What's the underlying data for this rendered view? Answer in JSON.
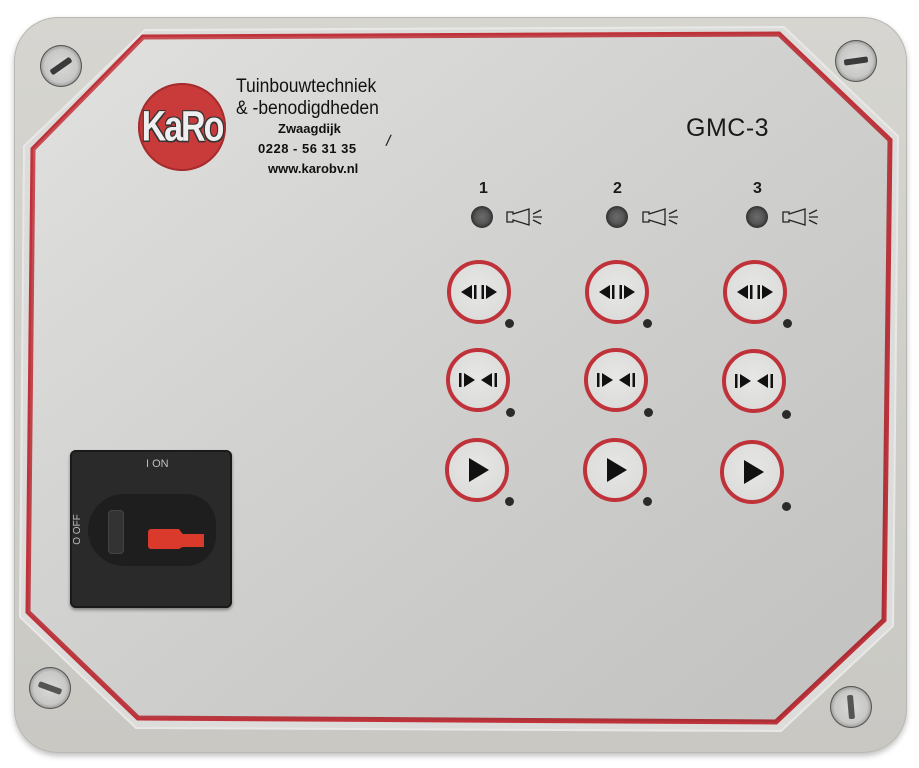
{
  "device": {
    "model": "GMC-3",
    "housing_color": "#d3d2cd",
    "panel_color": "#d9d9d7",
    "accent_color": "#c0323a"
  },
  "brand": {
    "logo_text": "KaRo",
    "logo_color": "#c93b3b",
    "company_line1": "Tuinbouwtechniek",
    "company_line2": "& -benodigdheden",
    "city": "Zwaagdijk",
    "phone": "0228 - 56 31 35",
    "website": "www.karobv.nl",
    "mark": "/"
  },
  "channels": [
    {
      "number": "1",
      "led": "alarm-led-off",
      "alarm_icon": "horn-icon",
      "buttons": [
        {
          "icon": "open-arrows-icon",
          "function": "open"
        },
        {
          "icon": "close-arrows-icon",
          "function": "close"
        },
        {
          "icon": "play-icon",
          "function": "auto"
        }
      ]
    },
    {
      "number": "2",
      "led": "alarm-led-off",
      "alarm_icon": "horn-icon",
      "buttons": [
        {
          "icon": "open-arrows-icon",
          "function": "open"
        },
        {
          "icon": "close-arrows-icon",
          "function": "close"
        },
        {
          "icon": "play-icon",
          "function": "auto"
        }
      ]
    },
    {
      "number": "3",
      "led": "alarm-led-off",
      "alarm_icon": "horn-icon",
      "buttons": [
        {
          "icon": "open-arrows-icon",
          "function": "open"
        },
        {
          "icon": "close-arrows-icon",
          "function": "close"
        },
        {
          "icon": "play-icon",
          "function": "auto"
        }
      ]
    }
  ],
  "main_switch": {
    "on_label": "I  ON",
    "off_label": "O  OFF",
    "handle_color": "#d93a2b",
    "state": "OFF"
  }
}
